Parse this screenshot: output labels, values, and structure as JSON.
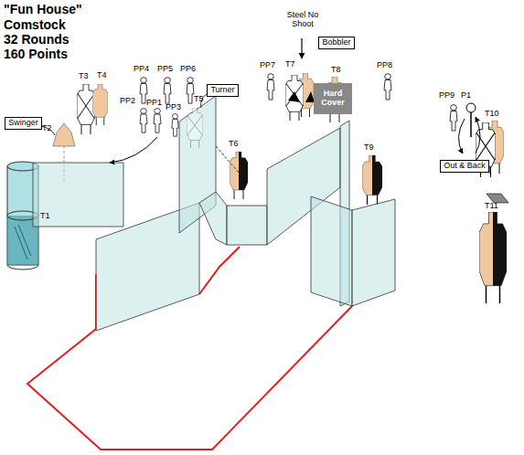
{
  "diagram": {
    "title": "\"Fun House\"",
    "nodes": [
      {
        "text": [
          "Swinger"
        ]
      },
      {
        "text": [
          "Turner"
        ]
      },
      {
        "text": [
          "Bobbler"
        ]
      },
      {
        "text": [
          "Hard Cover"
        ]
      },
      {
        "text": [
          "Out & Back"
        ]
      }
    ],
    "labels": [
      "Comstock",
      "32 Rounds",
      "160 Points",
      "T3",
      "T4",
      "PP4",
      "PP5",
      "PP6",
      "PP2",
      "PP1",
      "PP3",
      "T2",
      "T5",
      "T1",
      "T6",
      "PP7",
      "T7",
      "Steel No Shoot",
      "T8",
      "PP8",
      "T9",
      "PP9",
      "P1",
      "T10",
      "T11"
    ]
  }
}
